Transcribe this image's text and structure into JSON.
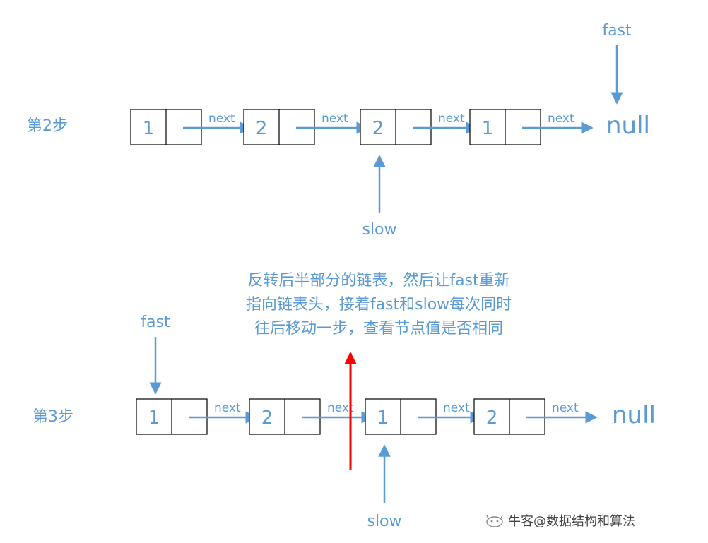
{
  "steps": [
    {
      "label": "第2步",
      "nodes": [
        {
          "value": "1",
          "next_label": "next"
        },
        {
          "value": "2",
          "next_label": "next"
        },
        {
          "value": "2",
          "next_label": "next"
        },
        {
          "value": "1",
          "next_label": "next"
        }
      ],
      "terminal": "null",
      "fast_pointer": {
        "label": "fast",
        "target": "null"
      },
      "slow_pointer": {
        "label": "slow",
        "target_index": 2
      }
    },
    {
      "label": "第3步",
      "nodes": [
        {
          "value": "1",
          "next_label": "next"
        },
        {
          "value": "2",
          "next_label": "next"
        },
        {
          "value": "1",
          "next_label": "next"
        },
        {
          "value": "2",
          "next_label": "next"
        }
      ],
      "terminal": "null",
      "fast_pointer": {
        "label": "fast",
        "target_index": 0
      },
      "slow_pointer": {
        "label": "slow",
        "target_index": 2
      }
    }
  ],
  "annotation": {
    "lines": [
      "反转后半部分的链表，然后让fast重新",
      "指向链表头，接着fast和slow每次同时",
      "往后移动一步，查看节点值是否相同"
    ]
  },
  "watermark": {
    "text": "牛客@数据结构和算法",
    "icon": "niuke-logo-icon"
  },
  "colors": {
    "accent": "#5B9BD5",
    "highlight_arrow": "#FF0000",
    "node_border": "#000000"
  }
}
